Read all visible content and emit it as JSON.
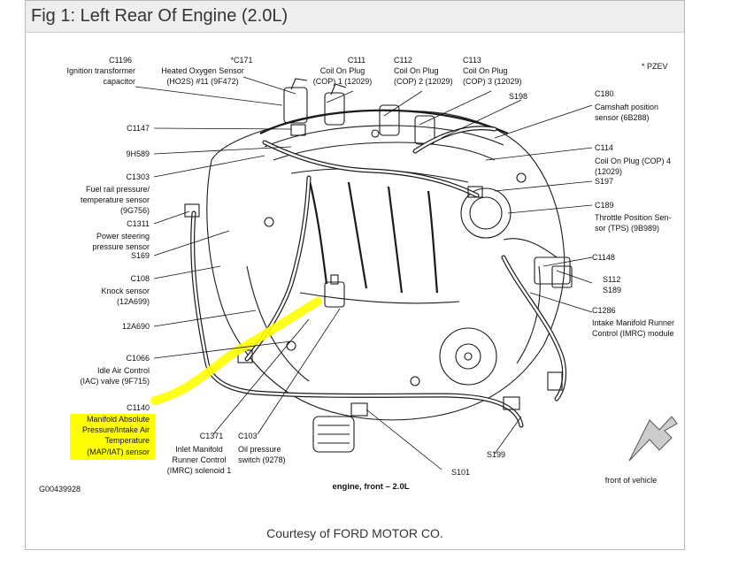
{
  "title": "Fig 1: Left Rear Of Engine (2.0L)",
  "courtesy": "Courtesy of FORD MOTOR CO.",
  "figure_id": "G00439928",
  "pzev_note": "* PZEV",
  "engine_caption": "engine, front – 2.0L",
  "front_caption": "front of vehicle",
  "highlight_color": "#ffff00",
  "labels": {
    "c1196": "C1196",
    "ign_cap_1": "Ignition transformer",
    "ign_cap_2": "capacitor",
    "c171": "*C171",
    "ho2s_1": "Heated Oxygen Sensor",
    "ho2s_2": "(HO2S) #11 (9F472)",
    "c111": "C111",
    "cop1_1": "Coil On Plug",
    "cop1_2": "(COP) 1 (12029)",
    "c112": "C112",
    "cop2_1": "Coil On Plug",
    "cop2_2": "(COP) 2 (12029)",
    "c113": "C113",
    "cop3_1": "Coil On Plug",
    "cop3_2": "(COP) 3 (12029)",
    "s198": "S198",
    "c180": "C180",
    "cmp_1": "Camshaft position",
    "cmp_2": "sensor (6B288)",
    "c1147": "C1147",
    "9h589": "9H589",
    "c114": "C114",
    "cop4_1": "Coil On Plug (COP) 4",
    "cop4_2": "(12029)",
    "s197": "S197",
    "c1303": "C1303",
    "frp_1": "Fuel rail pressure/",
    "frp_2": "temperature sensor",
    "frp_3": "(9G756)",
    "c189": "C189",
    "tps_1": "Throttle Position Sen-",
    "tps_2": "sor (TPS) (9B989)",
    "c1311": "C1311",
    "ps_1": "Power steering",
    "ps_2": "pressure sensor",
    "s169": "S169",
    "c1148": "C1148",
    "c108": "C108",
    "ks_1": "Knock sensor",
    "ks_2": "(12A699)",
    "s112": "S112",
    "s189": "S189",
    "12a690": "12A690",
    "c1286": "C1286",
    "imrc_1": "Intake Manifold Runner",
    "imrc_2": "Control (IMRC) module",
    "c1066": "C1066",
    "iac_1": "Idle Air Control",
    "iac_2": "(IAC) valve (9F715)",
    "c1140": "C1140",
    "map_1": "Manifold Absolute",
    "map_2": "Pressure/Intake Air",
    "map_3": "Temperature",
    "map_4": "(MAP/IAT) sensor",
    "c1371": "C1371",
    "imrc_sol_1": "Inlet Manifold",
    "imrc_sol_2": "Runner Control",
    "imrc_sol_3": "(IMRC) solenoid 1",
    "c103": "C103",
    "oil_1": "Oil pressure",
    "oil_2": "switch (9278)",
    "s199": "S199",
    "s101": "S101"
  }
}
